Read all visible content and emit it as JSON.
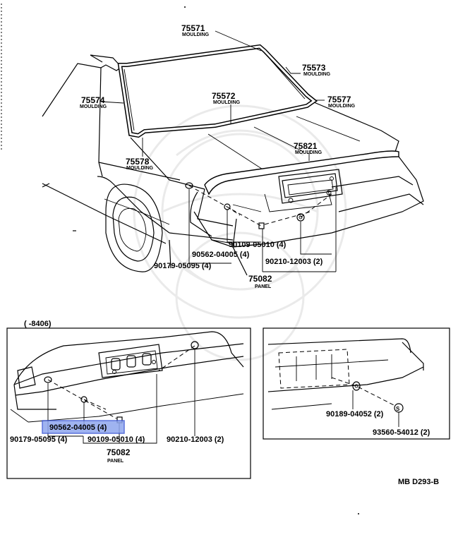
{
  "labels": {
    "p75571": {
      "num": "75571",
      "sub": "MOULDING"
    },
    "p75573": {
      "num": "75573",
      "sub": "MOULDING"
    },
    "p75574": {
      "num": "75574",
      "sub": "MOULDING"
    },
    "p75572": {
      "num": "75572",
      "sub": "MOULDING"
    },
    "p75577": {
      "num": "75577",
      "sub": "MOULDING"
    },
    "p75821": {
      "num": "75821",
      "sub": "MOULDING"
    },
    "p75578": {
      "num": "75578",
      "sub": "MOULDING"
    },
    "m90109": "90109-05010 (4)",
    "m90562": "90562-04005 (4)",
    "m90179": "90179-05095 (4)",
    "m90210": "90210-12003 (2)",
    "m75082": {
      "num": "75082",
      "sub": "PANEL"
    }
  },
  "inset_left": {
    "range": "(      -8406)",
    "p90562": "90562-04005 (4)",
    "p90179": "90179-05095 (4)",
    "p90109": "90109-05010 (4)",
    "p90210": "90210-12003 (2)",
    "p75082": {
      "num": "75082",
      "sub": "PANEL"
    }
  },
  "inset_right": {
    "p90189": "90189-04052 (2)",
    "p93560": "93560-54012 (2)"
  },
  "figure_code": "MB D293-B",
  "colors": {
    "highlight_fill": "#8fa6ee",
    "highlight_stroke": "#3f5bd6"
  }
}
